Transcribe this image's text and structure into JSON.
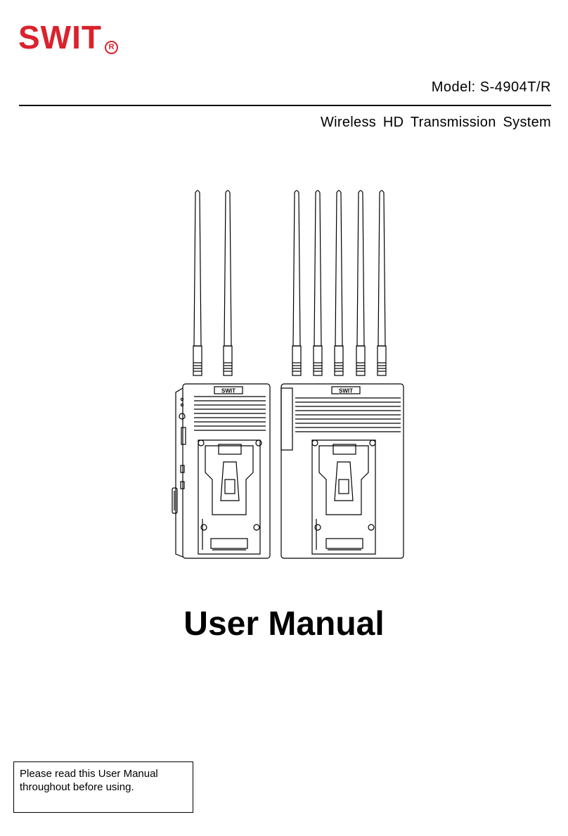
{
  "brand": {
    "logo_text": "SWIT",
    "logo_mark": "R",
    "logo_color": "#d9232d",
    "device_label": "SWIT"
  },
  "header": {
    "model_line": "Model: S-4904T/R",
    "subtitle": "Wireless HD Transmission System"
  },
  "main": {
    "title": "User Manual"
  },
  "note": {
    "text": "Please read this User Manual throughout before using."
  },
  "illustration": {
    "subject": "transmitter-and-receiver-units",
    "transmitter_antennas": 2,
    "receiver_antennas": 5
  }
}
